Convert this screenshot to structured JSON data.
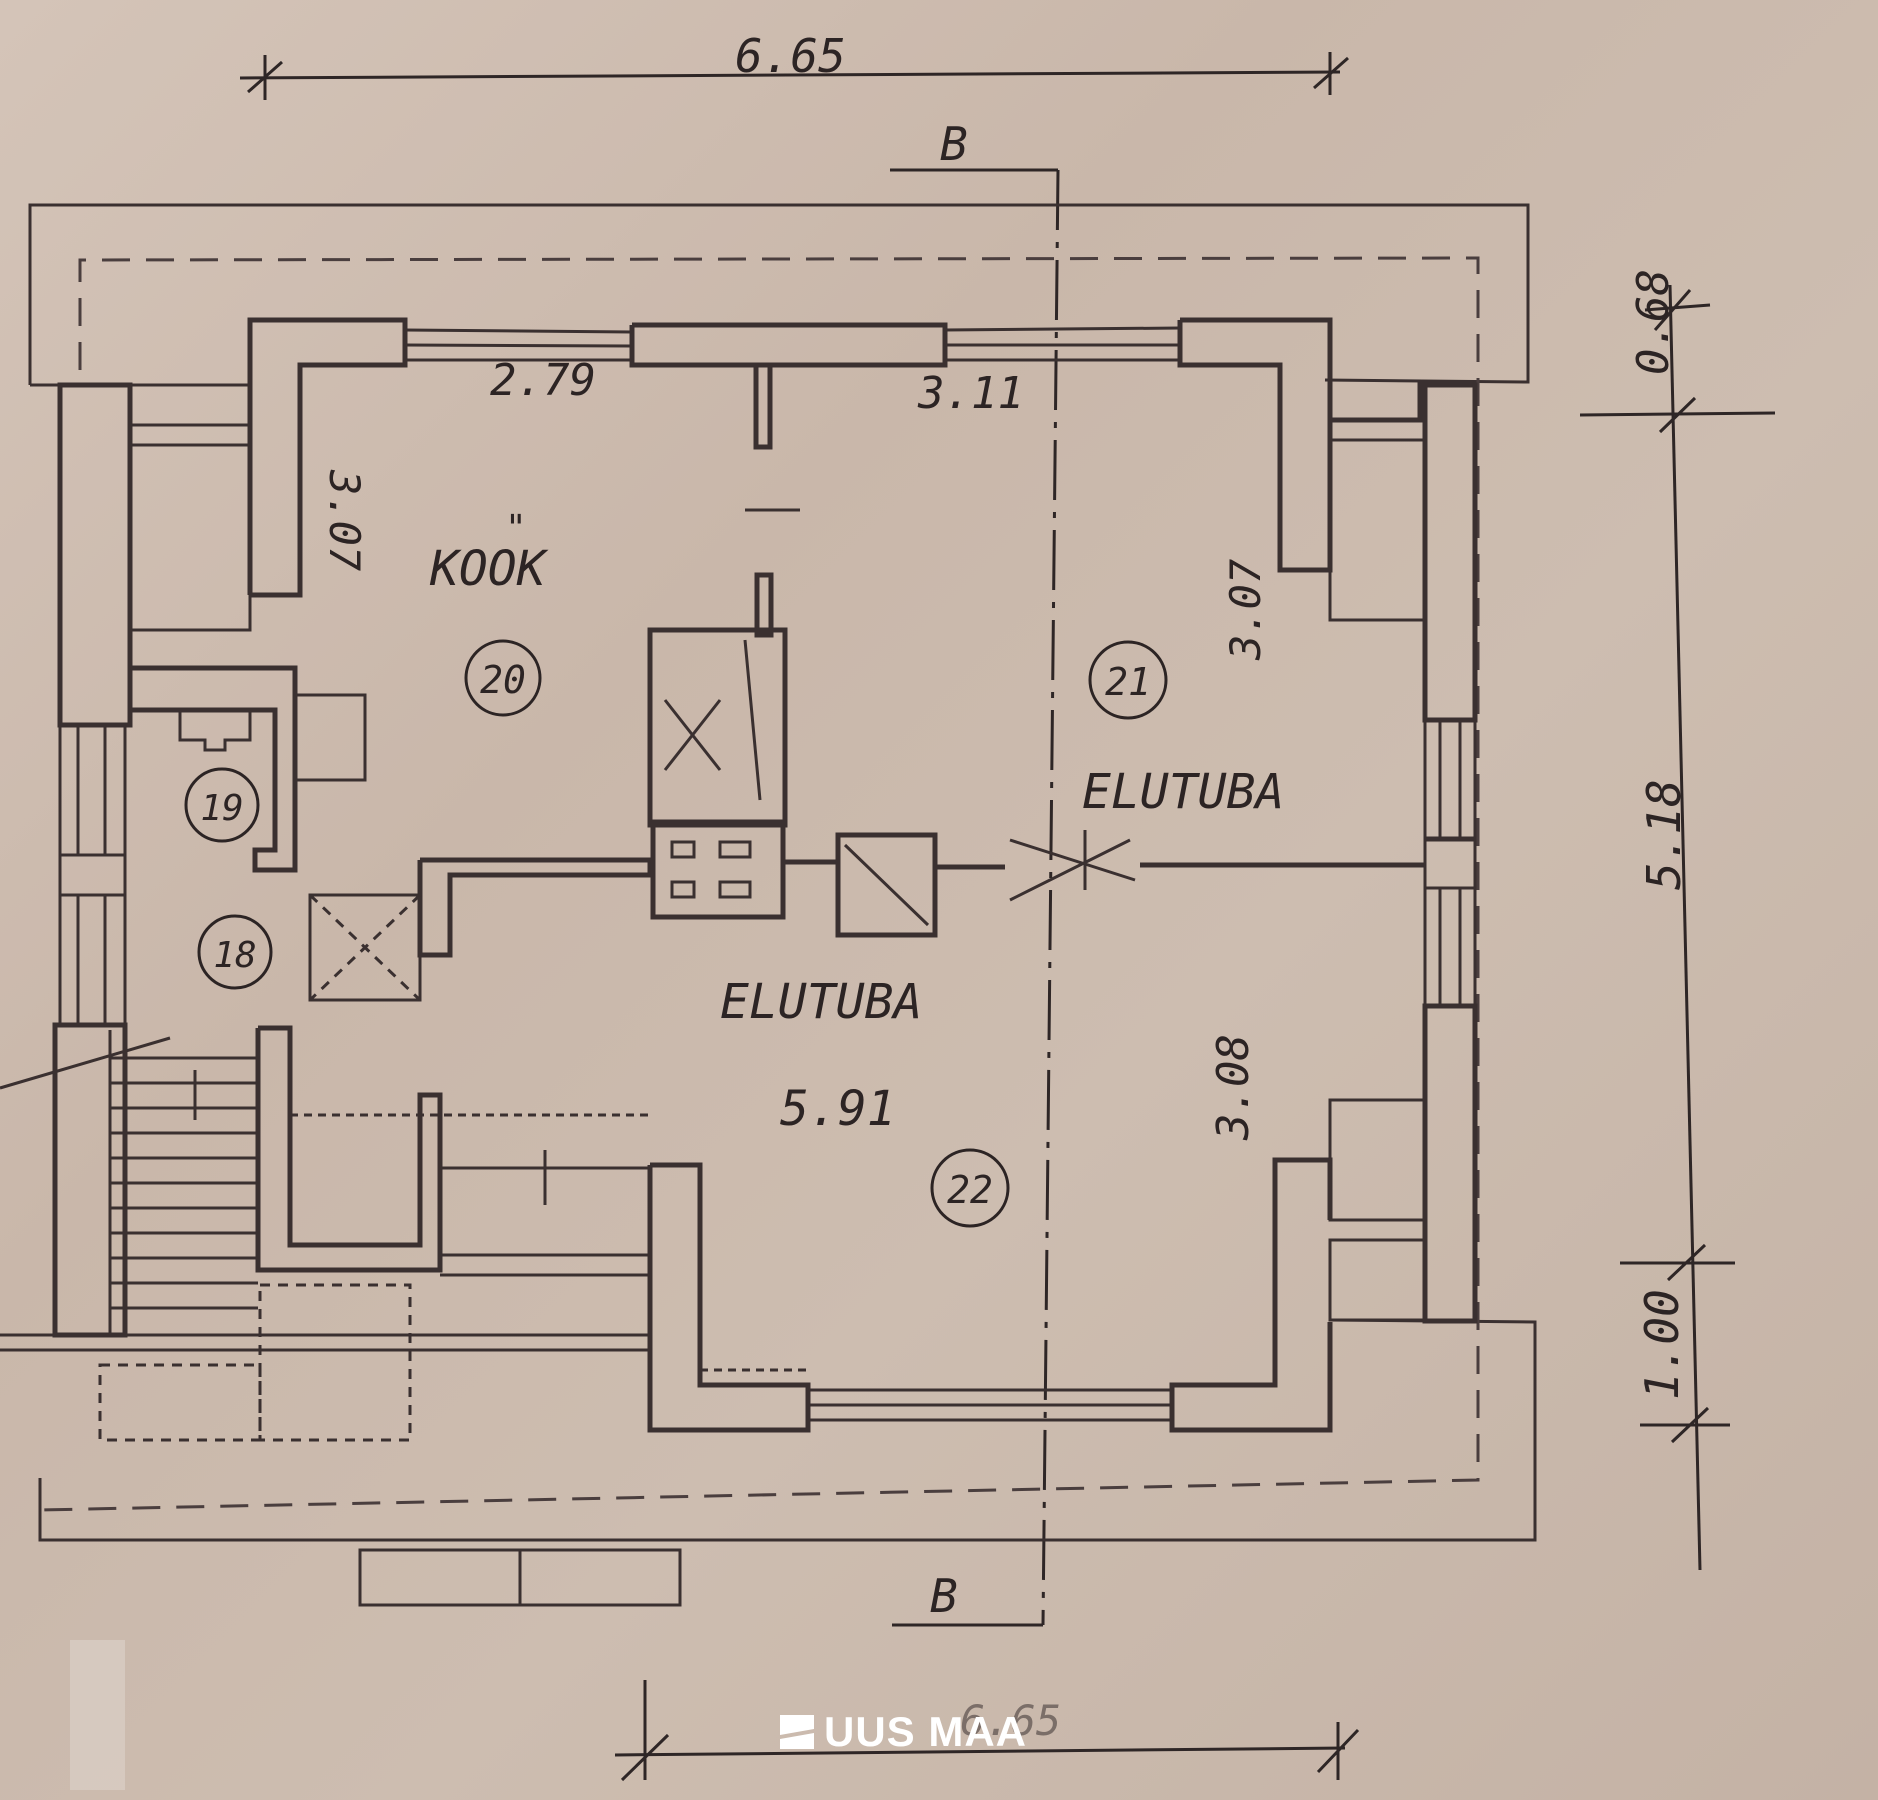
{
  "colors": {
    "paper": "#cdbcb0",
    "ink": "#2c2424",
    "logo": "#ffffff"
  },
  "dimensions": {
    "top_width": "6.65",
    "right_total": "5.18",
    "right_top": "0.68",
    "right_bottom": "1.00",
    "bottom_width": "6.65"
  },
  "section": {
    "top": "B",
    "bottom": "B"
  },
  "rooms": [
    {
      "number": "20",
      "name": "KOOK",
      "ditto": "\"",
      "width_label": "2.79",
      "depth_label": "3.07"
    },
    {
      "number": "21",
      "name": "ELUTUBA",
      "width_label": "3.11",
      "depth_label": "3.07"
    },
    {
      "number": "22",
      "name": "ELUTUBA",
      "area_label": "5.91",
      "depth_label": "3.08"
    },
    {
      "number": "19"
    },
    {
      "number": "18"
    }
  ],
  "logo": {
    "text": "UUS MAA",
    "icon": "uus-maa-logo-icon"
  }
}
